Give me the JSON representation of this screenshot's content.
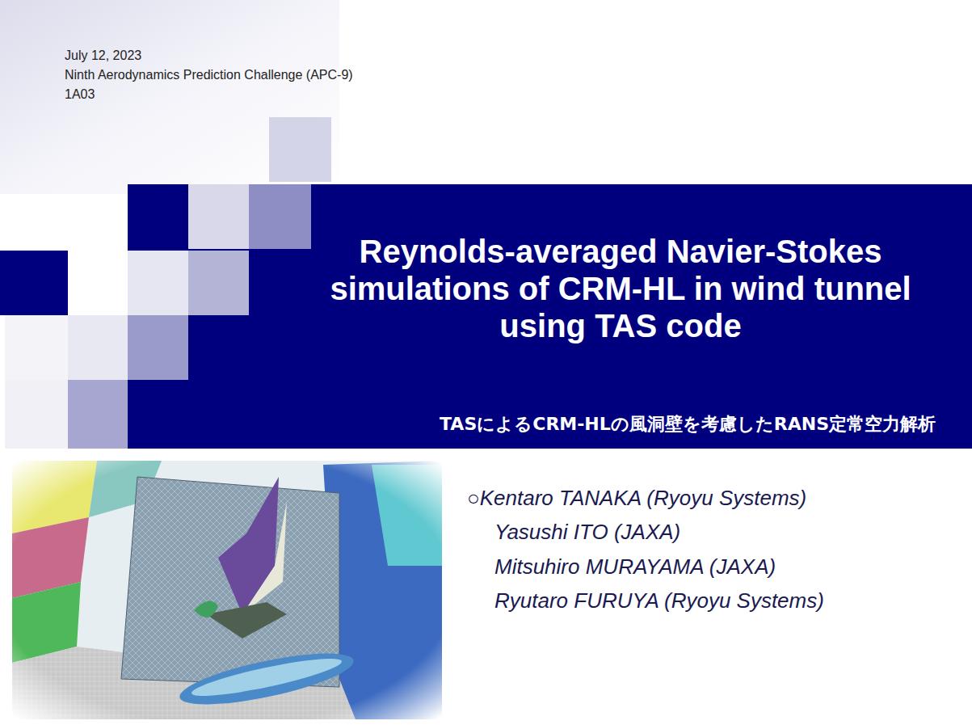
{
  "diagram": {
    "nodes": [
      {
        "text": [
          "Reynolds-averaged Navier-Stokes simulations of CRM-HL in wind tunnel using TAS code",
          "TASによるCRM-HLの風洞壁を考慮したRANS定常空力解析"
        ]
      }
    ],
    "labels": [
      "July 12, 2023",
      "Ninth Aerodynamics Prediction Challenge (APC-9)",
      "1A03",
      "○Kentaro TANAKA (Ryoyu Systems)",
      "Yasushi ITO (JAXA)",
      "Mitsuhiro MURAYAMA (JAXA)",
      "Ryutaro FURUYA (Ryoyu Systems)"
    ]
  }
}
